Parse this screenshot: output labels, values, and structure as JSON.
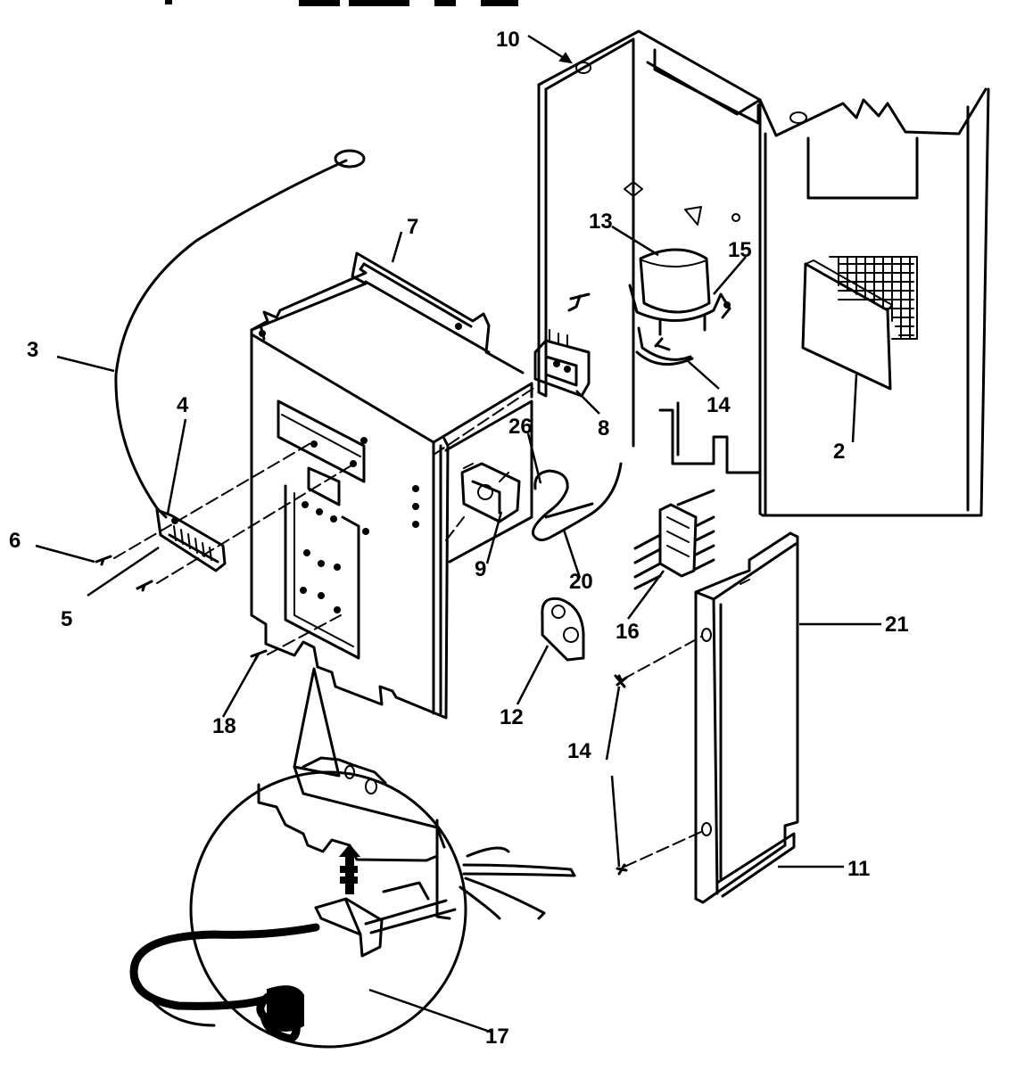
{
  "diagram": {
    "part_labels": {
      "p10": "10",
      "p13": "13",
      "p15": "15",
      "p7": "7",
      "p3": "3",
      "p4": "4",
      "p14a": "14",
      "p8": "8",
      "p26": "26",
      "p2": "2",
      "p6": "6",
      "p5": "5",
      "p9": "9",
      "p20": "20",
      "p16": "16",
      "p21": "21",
      "p12": "12",
      "p18": "18",
      "p14b": "14",
      "p11": "11",
      "p17": "17"
    }
  }
}
